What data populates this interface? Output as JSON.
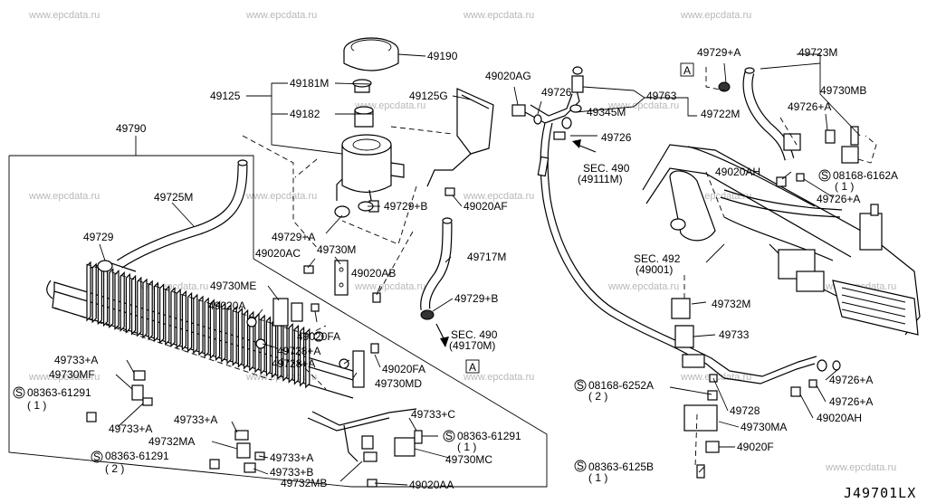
{
  "watermark": "www.epcdata.ru",
  "diagram_code": "J49701LX",
  "section_marker": "A",
  "labels": {
    "p49190": "49190",
    "p49181M": "49181M",
    "p49125": "49125",
    "p49182": "49182",
    "p49125G": "49125G",
    "p49790": "49790",
    "p49725M": "49725M",
    "p49729": "49729",
    "p49729A_l": "49729+A",
    "p49729B_c": "49729+B",
    "p49020AF": "49020AF",
    "p49020AC": "49020AC",
    "p49730M": "49730M",
    "p49020AB": "49020AB",
    "p49717M": "49717M",
    "p49730ME": "49730ME",
    "p49020A": "49020A",
    "p49020FA_1": "49020FA",
    "p49728A_1": "49728+A",
    "p49728A_2": "49728+A",
    "p49020FA_2": "49020FA",
    "p49730MD": "49730MD",
    "p49729B_2": "49729+B",
    "sec490_b": "SEC. 490",
    "sec490_b_sub": "(49170M)",
    "p49733A_1": "49733+A",
    "p49730MF": "49730MF",
    "s08363_61291_a": "08363-61291",
    "qty1_a": "( 1 )",
    "p49733A_2": "49733+A",
    "p49733A_3": "49733+A",
    "p49733C": "49733+C",
    "p49732MA": "49732MA",
    "s08363_61291_b": "08363-61291",
    "qty2_b": "( 2 )",
    "p49733A_4": "49733+A",
    "p49733B": "49733+B",
    "s08363_61291_c": "08363-61291",
    "qty1_c": "( 1 )",
    "p49730MC": "49730MC",
    "p49732MB": "49732MB",
    "p49020AA": "49020AA",
    "p49020AG": "49020AG",
    "p49726_1": "49726",
    "p49763": "49763",
    "p49345M": "49345M",
    "p49722M": "49722M",
    "p49726_2": "49726",
    "sec490_a": "SEC. 490",
    "sec490_a_sub": "(49111M)",
    "p49729A_r": "49729+A",
    "p49723M": "49723M",
    "p49730MB": "49730MB",
    "p49726A_1": "49726+A",
    "p49020AH_1": "49020AH",
    "s08168_6162A": "08168-6162A",
    "qty1_d": "( 1 )",
    "p49726A_2": "49726+A",
    "sec492": "SEC. 492",
    "sec492_sub": "(49001)",
    "p49732M": "49732M",
    "p49733": "49733",
    "s08168_6252A": "08168-6252A",
    "qty2_e": "( 2 )",
    "p49728": "49728",
    "p49726A_3": "49726+A",
    "p49726A_4": "49726+A",
    "p49020AH_2": "49020AH",
    "p49730MA": "49730MA",
    "p49020F": "49020F",
    "s08363_6125B": "08363-6125B",
    "qty1_f": "( 1 )",
    "s_symbol": "S"
  }
}
